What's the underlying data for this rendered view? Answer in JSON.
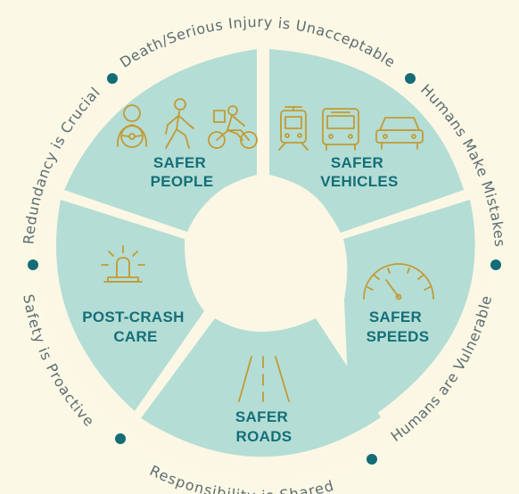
{
  "colors": {
    "background": "#fcf8e6",
    "wheel_fill": "#fbf7e4",
    "segment_fill": "#b4ddd5",
    "label_text": "#146f78",
    "icon_stroke": "#c29b34",
    "principle_text": "#5b6c70",
    "dot": "#136c76"
  },
  "segments": [
    {
      "id": "people",
      "lines": [
        "SAFER",
        "PEOPLE"
      ],
      "icons": [
        "driver-icon",
        "pedestrian-icon",
        "cyclist-icon"
      ]
    },
    {
      "id": "vehicles",
      "lines": [
        "SAFER",
        "VEHICLES"
      ],
      "icons": [
        "tram-icon",
        "bus-icon",
        "car-icon"
      ]
    },
    {
      "id": "speeds",
      "lines": [
        "SAFER",
        "SPEEDS"
      ],
      "icons": [
        "speedometer-icon"
      ]
    },
    {
      "id": "roads",
      "lines": [
        "SAFER",
        "ROADS"
      ],
      "icons": [
        "road-icon"
      ]
    },
    {
      "id": "care",
      "lines": [
        "POST-CRASH",
        "CARE"
      ],
      "icons": [
        "siren-icon"
      ]
    }
  ],
  "principles": [
    {
      "id": "death",
      "text": "Death/Serious Injury is Unacceptable"
    },
    {
      "id": "mistakes",
      "text": "Humans Make Mistakes"
    },
    {
      "id": "vulnerable",
      "text": "Humans are Vulnerable"
    },
    {
      "id": "responsibility",
      "text": "Responsibility is Shared"
    },
    {
      "id": "proactive",
      "text": "Safety is Proactive"
    },
    {
      "id": "redundancy",
      "text": "Redundancy is Crucial"
    }
  ]
}
